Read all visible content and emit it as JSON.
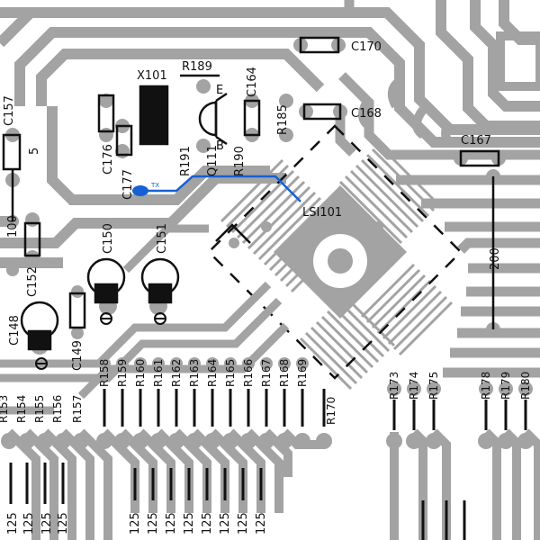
{
  "board": {
    "ic_label": "LSI101",
    "signal_label": "TX",
    "colors": {
      "copper": "#a3a3a3",
      "silk": "#111111",
      "signal": "#1560d4",
      "background": "#ffffff"
    }
  },
  "components": {
    "c170": "C170",
    "c168": "C168",
    "c167": "C167",
    "c157": "C157",
    "x101": "X101",
    "r189": "R189",
    "c164": "C164",
    "r185": "R185",
    "e_pin": "E",
    "b_pin": "B",
    "r191": "R191",
    "q111": "Q111",
    "r190": "R190",
    "c176": "C176",
    "c177": "C177",
    "c150": "C150",
    "c151": "C151",
    "c152": "C152",
    "c148": "C148",
    "c149": "C149",
    "r153": "R153",
    "r154": "R154",
    "r155": "R155",
    "r156": "R156",
    "r157": "R157",
    "r158": "R158",
    "r159": "R159",
    "r160": "R160",
    "r161": "R161",
    "r162": "R162",
    "r163": "R163",
    "r164": "R164",
    "r165": "R165",
    "r166": "R166",
    "r167": "R167",
    "r168": "R168",
    "r169": "R169",
    "r170": "R170",
    "r173": "R173",
    "r174": "R174",
    "r175": "R175",
    "r178": "R178",
    "r179": "R179",
    "r180": "R180"
  },
  "markings": {
    "m100": "100",
    "m200": "200",
    "m5": "5",
    "v125": "125"
  }
}
